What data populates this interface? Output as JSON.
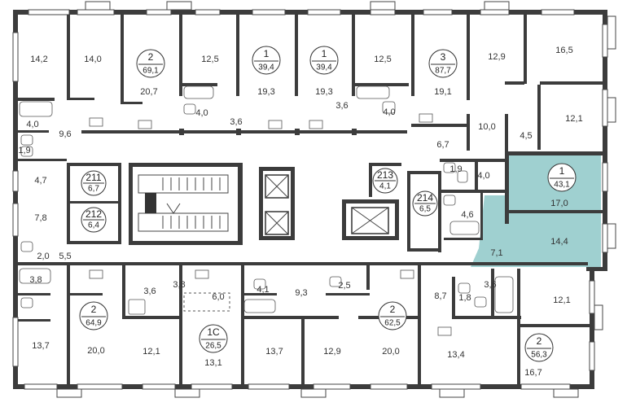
{
  "apartments": [
    {
      "id": "apt-2-69",
      "rooms": "2",
      "area": "69,1"
    },
    {
      "id": "apt-1-39a",
      "rooms": "1",
      "area": "39,4"
    },
    {
      "id": "apt-1-39b",
      "rooms": "1",
      "area": "39,4"
    },
    {
      "id": "apt-3-87",
      "rooms": "3",
      "area": "87,7"
    },
    {
      "id": "apt-1-43",
      "rooms": "1",
      "area": "43,1",
      "highlighted": true
    },
    {
      "id": "apt-2-64",
      "rooms": "2",
      "area": "64,9"
    },
    {
      "id": "apt-1c-26",
      "rooms": "1С",
      "area": "26,5"
    },
    {
      "id": "apt-2-62",
      "rooms": "2",
      "area": "62,5"
    },
    {
      "id": "apt-2-56",
      "rooms": "2",
      "area": "56,3"
    }
  ],
  "storage_units": [
    {
      "id": "211",
      "area": "6,7"
    },
    {
      "id": "212",
      "area": "6,4"
    },
    {
      "id": "213",
      "area": "4,1"
    },
    {
      "id": "214",
      "area": "6,5"
    }
  ],
  "room_areas": [
    "14,2",
    "14,0",
    "20,7",
    "12,5",
    "19,3",
    "19,3",
    "12,5",
    "19,1",
    "12,9",
    "16,5",
    "4,0",
    "9,6",
    "1,9",
    "4,0",
    "3,6",
    "3,6",
    "4,0",
    "10,0",
    "4,5",
    "12,1",
    "4,7",
    "6,7",
    "1,9",
    "4,0",
    "17,0",
    "7,8",
    "4,6",
    "14,4",
    "2,0",
    "5,5",
    "7,1",
    "3,8",
    "3,6",
    "3,8",
    "6,0",
    "4,1",
    "9,3",
    "2,5",
    "8,7",
    "1,8",
    "3,6",
    "12,1",
    "13,7",
    "20,0",
    "12,1",
    "13,1",
    "13,7",
    "12,9",
    "20,0",
    "13,4",
    "16,7"
  ],
  "colors": {
    "highlight": "#9fd0d0",
    "wall": "#3c3c3c"
  }
}
